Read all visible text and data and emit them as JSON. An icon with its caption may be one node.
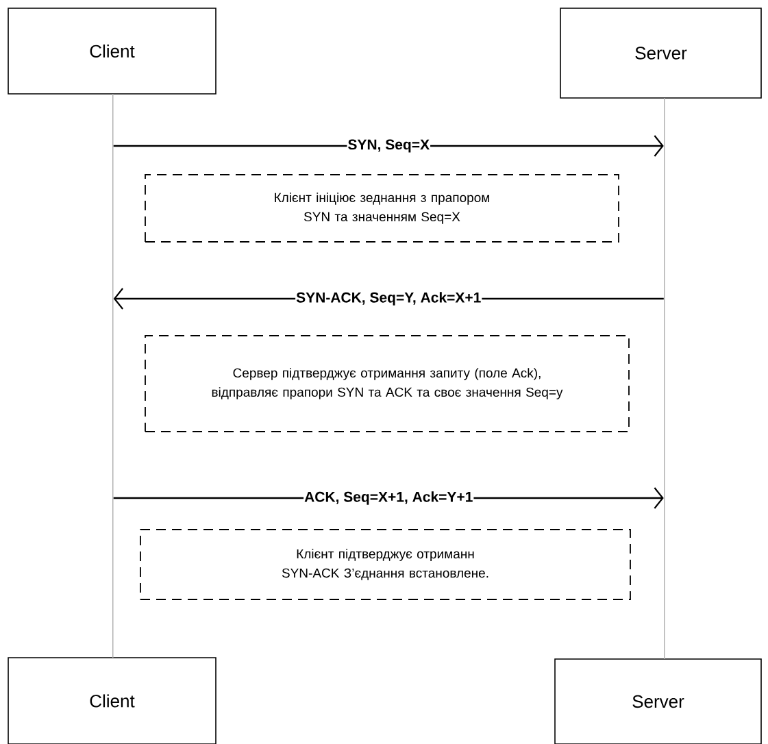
{
  "diagram": {
    "nodes": [
      {
        "text": [
          "Client"
        ]
      },
      {
        "text": [
          "Server"
        ]
      },
      {
        "text": [
          "Client"
        ]
      },
      {
        "text": [
          "Server"
        ]
      },
      {
        "text": [
          "Клієнт ініціює зеднання з прапором SYN та значенням Seq=X"
        ]
      },
      {
        "text": [
          "Сервер підтверджує отримання запиту (поле Ack), відправляє прапори SYN та ACK та своє значення Seq=y"
        ]
      },
      {
        "text": [
          "Клієнт підтверджує отриманн SYN-ACK З’єднання встановлене."
        ]
      },
      {
        "text": [],
        "shape": "line"
      },
      {
        "text": [],
        "shape": "line"
      }
    ],
    "edges": [
      {
        "from": 7,
        "to": 8,
        "arrow": "to",
        "label": "SYN, Seq=X"
      },
      {
        "from": 8,
        "to": 7,
        "arrow": "to",
        "label": "SYN-ACK, Seq=Y, Ack=X+1"
      },
      {
        "from": 7,
        "to": 8,
        "arrow": "to",
        "label": "ACK, Seq=X+1, Ack=Y+1"
      }
    ]
  }
}
